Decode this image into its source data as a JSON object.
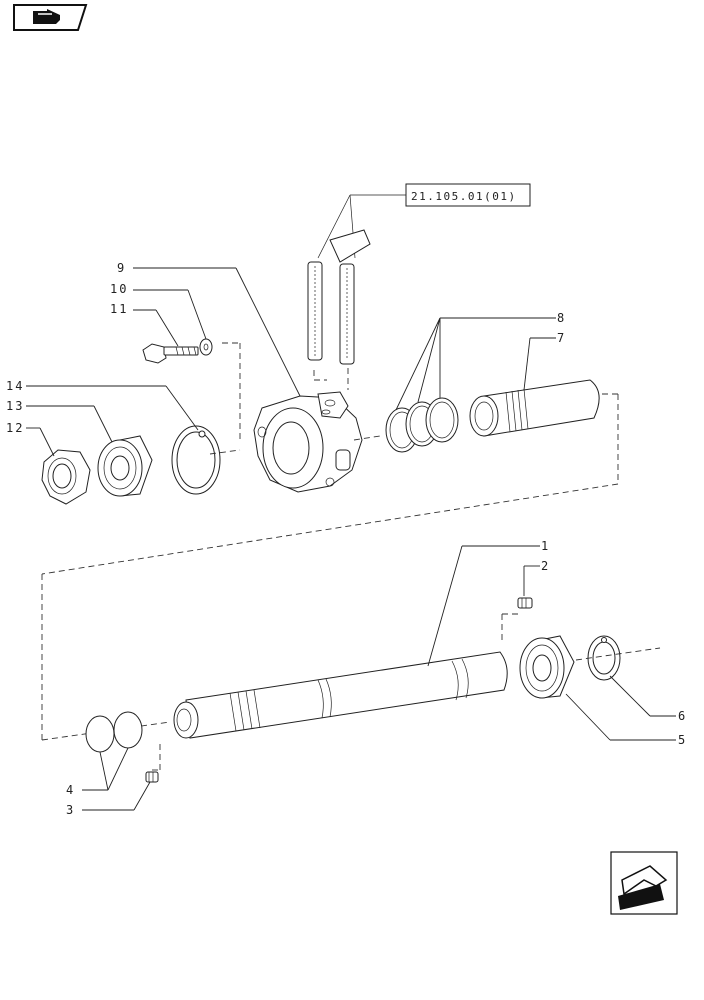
{
  "diagram": {
    "reference_box": "21.105.01(01)",
    "callouts": [
      {
        "id": "1",
        "text": "1"
      },
      {
        "id": "2",
        "text": "2"
      },
      {
        "id": "3",
        "text": "3"
      },
      {
        "id": "4",
        "text": "4"
      },
      {
        "id": "5",
        "text": "5"
      },
      {
        "id": "6",
        "text": "6"
      },
      {
        "id": "7",
        "text": "7"
      },
      {
        "id": "8",
        "text": "8"
      },
      {
        "id": "9",
        "text": "9"
      },
      {
        "id": "10",
        "text": "10"
      },
      {
        "id": "11",
        "text": "11"
      },
      {
        "id": "12",
        "text": "12"
      },
      {
        "id": "13",
        "text": "13"
      },
      {
        "id": "14",
        "text": "14"
      }
    ]
  },
  "icons": {
    "top_left": "book-pointer-icon",
    "bottom_right": "previous-page-arrow-icon"
  }
}
